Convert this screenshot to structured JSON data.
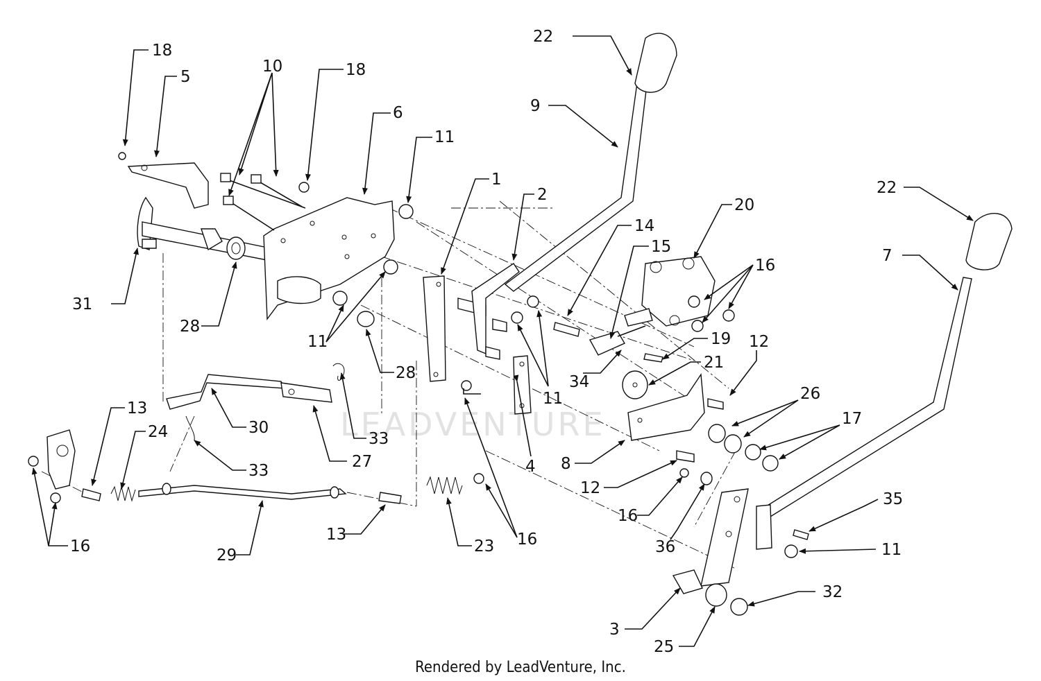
{
  "watermark": "LEADVENTURE",
  "footer": "Rendered by LeadVenture, Inc.",
  "callouts": [
    "1",
    "2",
    "3",
    "4",
    "5",
    "6",
    "7",
    "8",
    "9",
    "10",
    "11",
    "12",
    "13",
    "14",
    "15",
    "16",
    "17",
    "18",
    "19",
    "20",
    "21",
    "22",
    "23",
    "24",
    "25",
    "26",
    "27",
    "28",
    "29",
    "30",
    "31",
    "32",
    "33",
    "34",
    "35",
    "36"
  ]
}
